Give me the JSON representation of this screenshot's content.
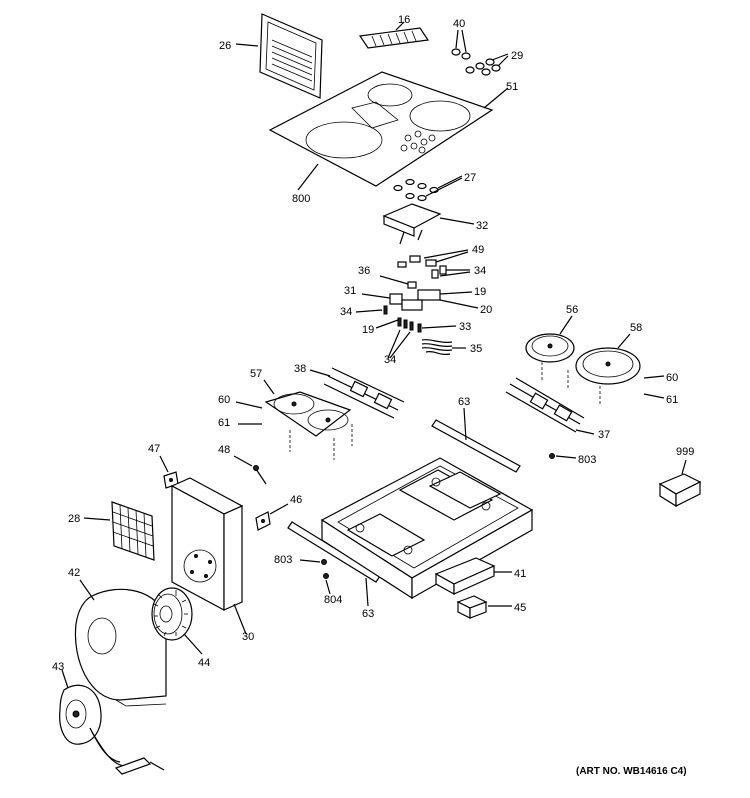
{
  "art_number": "(ART NO. WB14616 C4)",
  "labels": {
    "l26": "26",
    "l16": "16",
    "l40": "40",
    "l29": "29",
    "l51": "51",
    "l800": "800",
    "l27": "27",
    "l32": "32",
    "l49": "49",
    "l34a": "34",
    "l36": "36",
    "l19a": "19",
    "l31": "31",
    "l20": "20",
    "l34b": "34",
    "l33": "33",
    "l19b": "19",
    "l35": "35",
    "l34c": "34",
    "l56": "56",
    "l58": "58",
    "l60a": "60",
    "l61a": "61",
    "l57": "57",
    "l38": "38",
    "l60b": "60",
    "l61b": "61",
    "l63a": "63",
    "l37": "37",
    "l803a": "803",
    "l999": "999",
    "l47": "47",
    "l48": "48",
    "l46": "46",
    "l28": "28",
    "l42": "42",
    "l803b": "803",
    "l804": "804",
    "l41": "41",
    "l30": "30",
    "l63b": "63",
    "l45": "45",
    "l44": "44",
    "l43": "43"
  }
}
